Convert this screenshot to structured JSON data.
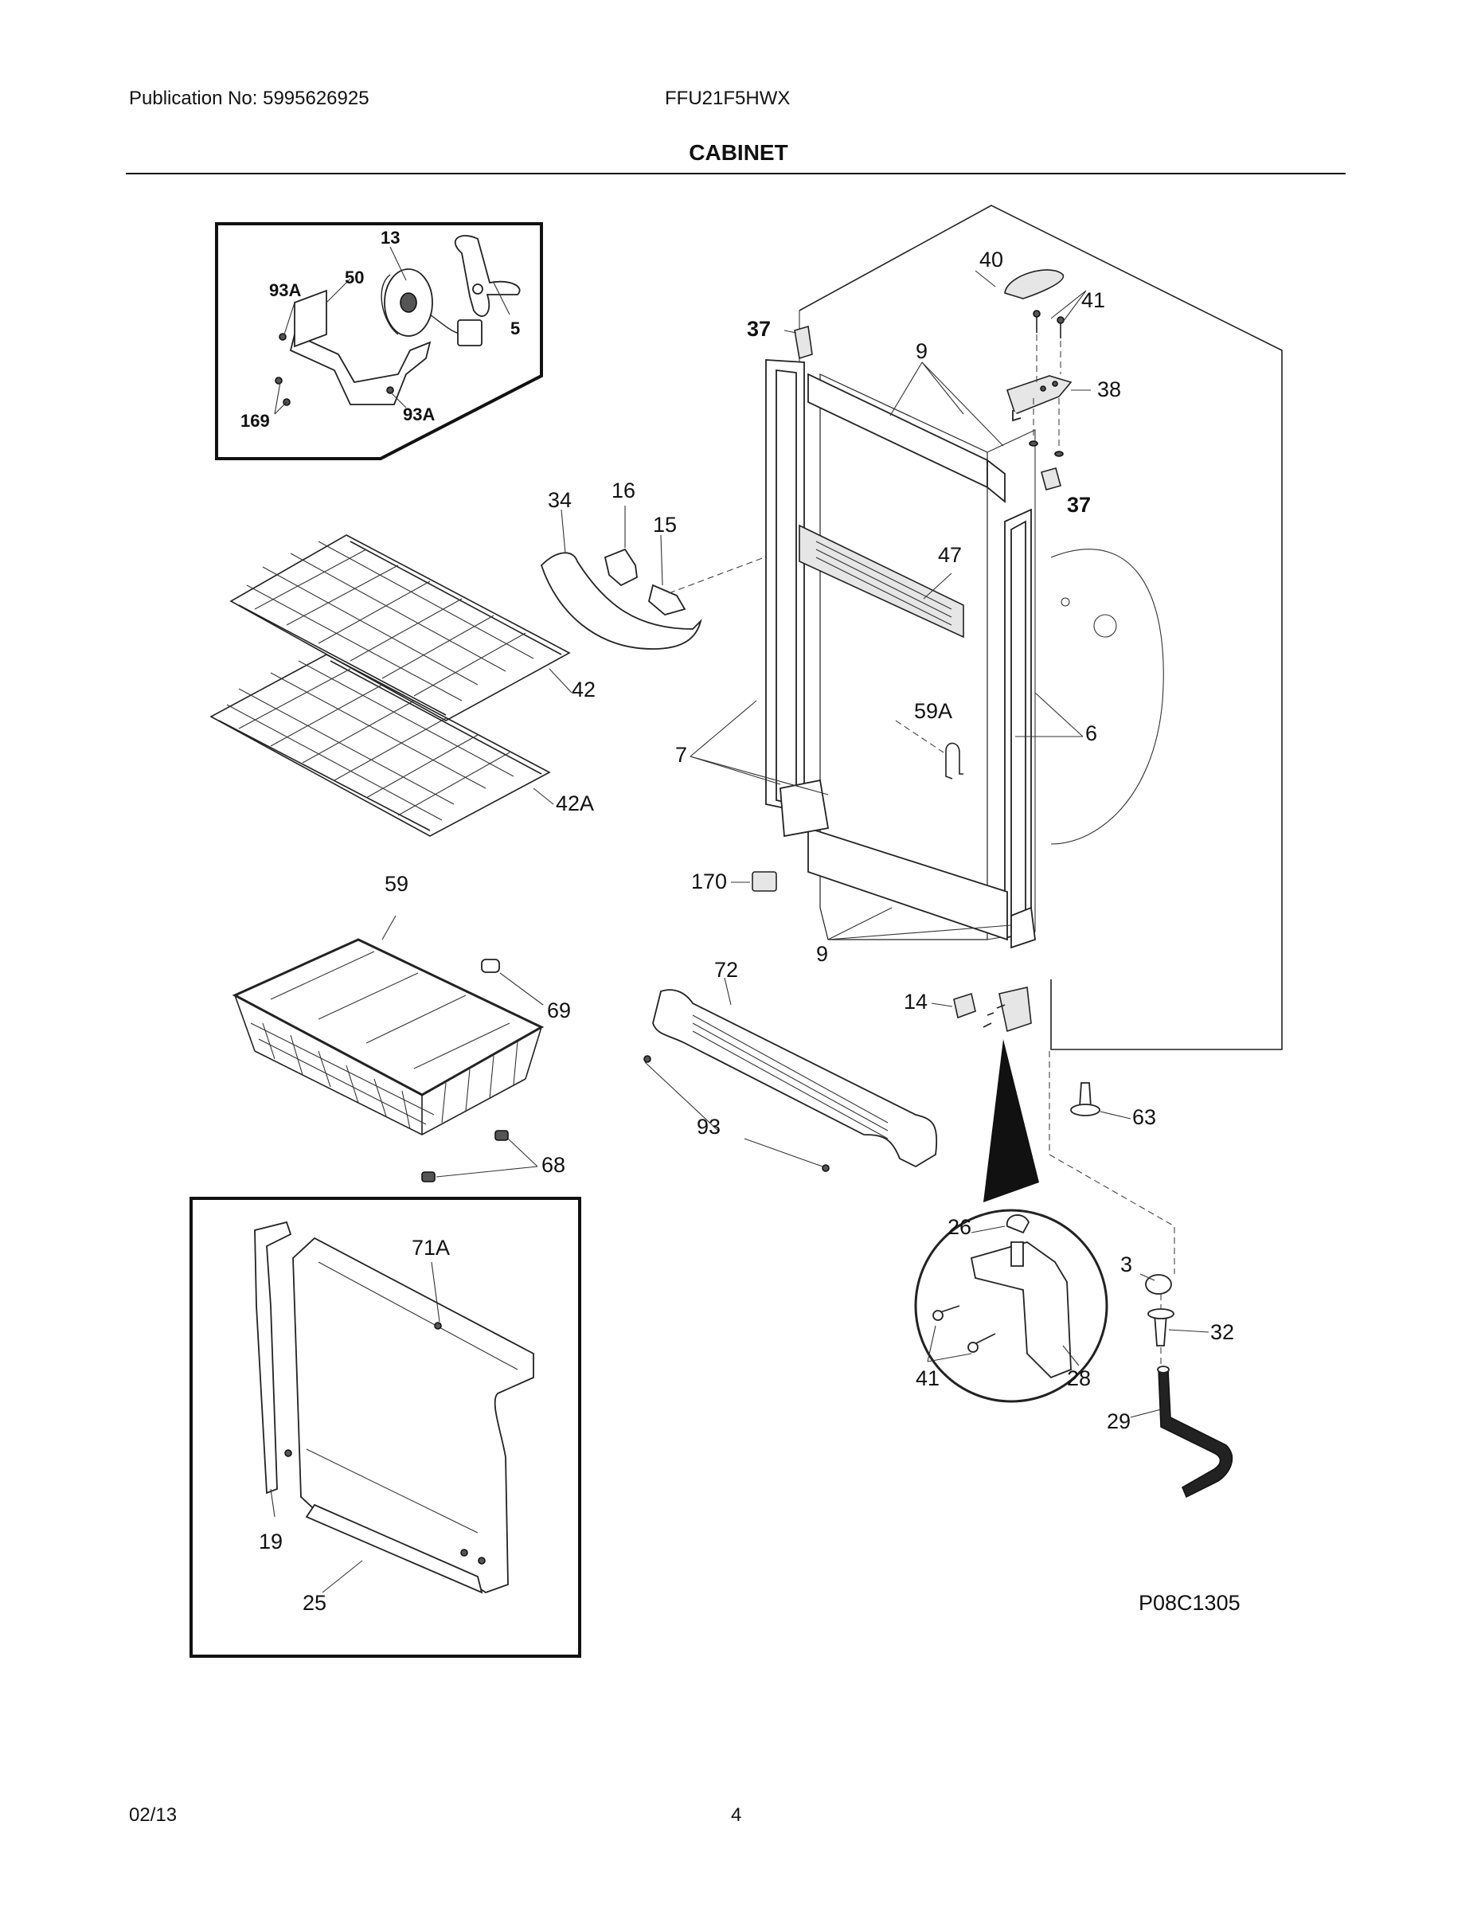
{
  "header": {
    "publication": "Publication No: 5995626925",
    "model": "FFU21F5HWX",
    "title": "CABINET"
  },
  "footer": {
    "date": "02/13",
    "page": "4"
  },
  "diagram": {
    "code": "P08C1305",
    "labels": {
      "p13": "13",
      "p93A_a": "93A",
      "p50": "50",
      "p5": "5",
      "p169": "169",
      "p93A_b": "93A",
      "p40": "40",
      "p41_top": "41",
      "p37_top": "37",
      "p9_top": "9",
      "p38": "38",
      "p37_side": "37",
      "p34": "34",
      "p16": "16",
      "p15": "15",
      "p47": "47",
      "p42": "42",
      "p42A": "42A",
      "p59A": "59A",
      "p7": "7",
      "p6": "6",
      "p59": "59",
      "p170": "170",
      "p72": "72",
      "p9_bottom": "9",
      "p69": "69",
      "p14": "14",
      "p63": "63",
      "p93": "93",
      "p68": "68",
      "p71A": "71A",
      "p26": "26",
      "p3": "3",
      "p32": "32",
      "p41_hinge": "41",
      "p28": "28",
      "p29": "29",
      "p19": "19",
      "p25": "25"
    }
  }
}
